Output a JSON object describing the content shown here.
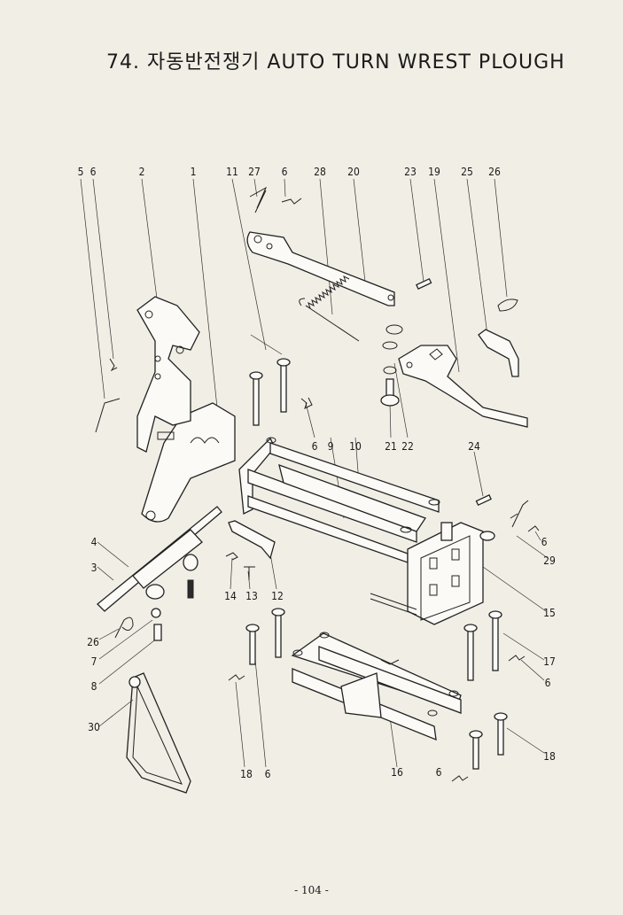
{
  "title": "74. 자동반전쟁기 AUTO TURN WREST PLOUGH",
  "page_number": "- 104 -",
  "callouts": [
    {
      "id": "c5",
      "text": "5"
    },
    {
      "id": "c6a",
      "text": "6"
    },
    {
      "id": "c2",
      "text": "2"
    },
    {
      "id": "c1",
      "text": "1"
    },
    {
      "id": "c11",
      "text": "11"
    },
    {
      "id": "c27",
      "text": "27"
    },
    {
      "id": "c6b",
      "text": "6"
    },
    {
      "id": "c28",
      "text": "28"
    },
    {
      "id": "c20",
      "text": "20"
    },
    {
      "id": "c23",
      "text": "23"
    },
    {
      "id": "c19",
      "text": "19"
    },
    {
      "id": "c25",
      "text": "25"
    },
    {
      "id": "c26a",
      "text": "26"
    },
    {
      "id": "c6c",
      "text": "6"
    },
    {
      "id": "c9",
      "text": "9"
    },
    {
      "id": "c10",
      "text": "10"
    },
    {
      "id": "c21",
      "text": "21"
    },
    {
      "id": "c22",
      "text": "22"
    },
    {
      "id": "c24",
      "text": "24"
    },
    {
      "id": "c6d",
      "text": "6"
    },
    {
      "id": "c29",
      "text": "29"
    },
    {
      "id": "c4",
      "text": "4"
    },
    {
      "id": "c3",
      "text": "3"
    },
    {
      "id": "c14",
      "text": "14"
    },
    {
      "id": "c13",
      "text": "13"
    },
    {
      "id": "c12",
      "text": "12"
    },
    {
      "id": "c15",
      "text": "15"
    },
    {
      "id": "c26b",
      "text": "26"
    },
    {
      "id": "c7",
      "text": "7"
    },
    {
      "id": "c8",
      "text": "8"
    },
    {
      "id": "c17",
      "text": "17"
    },
    {
      "id": "c6e",
      "text": "6"
    },
    {
      "id": "c30",
      "text": "30"
    },
    {
      "id": "c18a",
      "text": "18"
    },
    {
      "id": "c6f",
      "text": "6"
    },
    {
      "id": "c18b",
      "text": "18"
    },
    {
      "id": "c16",
      "text": "16"
    },
    {
      "id": "c6g",
      "text": "6"
    }
  ]
}
